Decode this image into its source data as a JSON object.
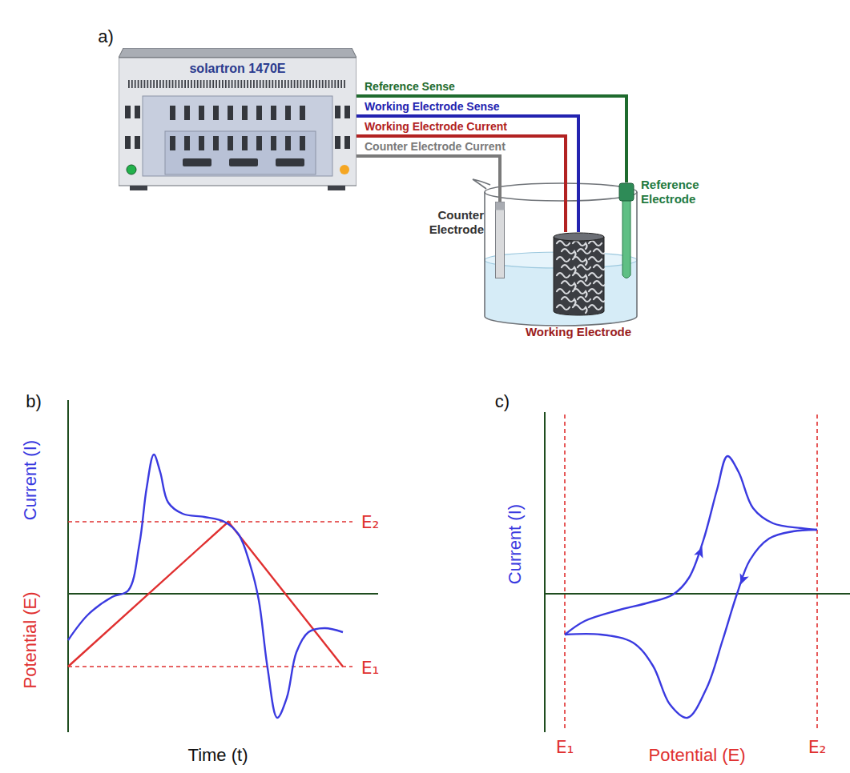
{
  "diagram": {
    "nodes": [
      {
        "text": [
          "solartron 1470E"
        ]
      },
      {
        "text": [
          "Counter Electrode"
        ]
      },
      {
        "text": [
          "Working Electrode"
        ]
      },
      {
        "text": [
          "Reference Electrode"
        ]
      }
    ],
    "edges": [
      {
        "from": 0,
        "to": 3,
        "label": "Reference Sense",
        "arrow": "none"
      },
      {
        "from": 0,
        "to": 2,
        "label": "Working Electrode Sense",
        "arrow": "none"
      },
      {
        "from": 0,
        "to": 2,
        "label": "Working Electrode Current",
        "arrow": "none"
      },
      {
        "from": 0,
        "to": 1,
        "label": "Counter Electrode Current",
        "arrow": "none"
      }
    ],
    "labels": [
      "a)",
      "b)",
      "Current (I)",
      "Potential (E)",
      "Time (t)",
      "E₂",
      "E₁",
      "c)",
      "Current (I)",
      "E₁",
      "E₂",
      "Potential (E)"
    ]
  }
}
